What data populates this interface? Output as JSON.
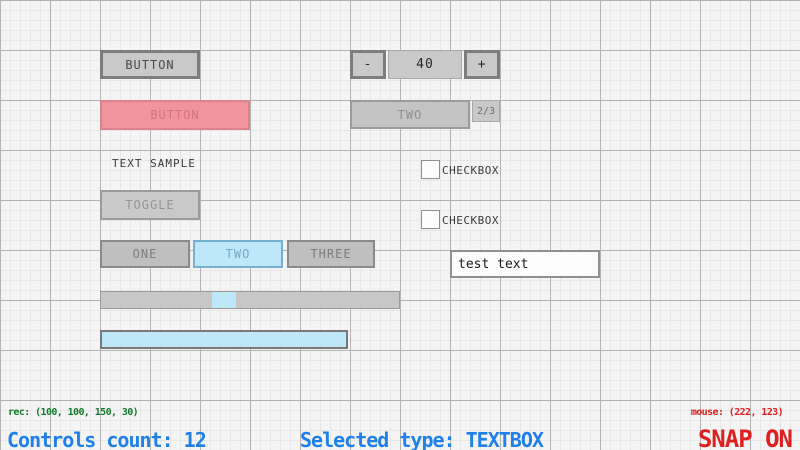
{
  "colors": {
    "background": "#f4f4f4",
    "grid_major": "#b3b3b3",
    "grid_minor": "#e7e7e7",
    "control_gray_fill": "#c9c9c9",
    "control_gray_border": "#7d7d7d",
    "selection_pink_fill": "#f2949b",
    "selection_pink_border": "#d9838c",
    "highlight_blue_fill": "#bee7fa",
    "highlight_blue_border": "#73b3cf",
    "status_green": "#147a2e",
    "status_blue": "#1e80e8",
    "status_red": "#e02020"
  },
  "canvas": {
    "controls": {
      "button": {
        "label": "BUTTON"
      },
      "button_selected": {
        "label": "BUTTON"
      },
      "label": {
        "text": "TEXT SAMPLE"
      },
      "toggle": {
        "label": "TOGGLE"
      },
      "toggle_group": {
        "items": [
          "ONE",
          "TWO",
          "THREE"
        ],
        "active": "TWO"
      },
      "slider": {
        "handle_fraction": 0.38
      },
      "progressbar": {
        "fill_fraction": 1.0
      },
      "spinner": {
        "minus_label": "-",
        "value": "40",
        "plus_label": "+"
      },
      "dropdown": {
        "label": "TWO",
        "page_indicator": "2/3"
      },
      "checkbox_1": {
        "label": "CHECKBOX",
        "checked": false
      },
      "checkbox_2": {
        "label": "CHECKBOX",
        "checked": false
      },
      "textbox": {
        "value": "test text"
      }
    }
  },
  "statusbar": {
    "rec": "rec: (100, 100, 150, 30)",
    "controls_count": "Controls count: 12",
    "selected_type": "Selected type: TEXTBOX",
    "mouse": "mouse: (222, 123)",
    "snap": "SNAP ON"
  }
}
